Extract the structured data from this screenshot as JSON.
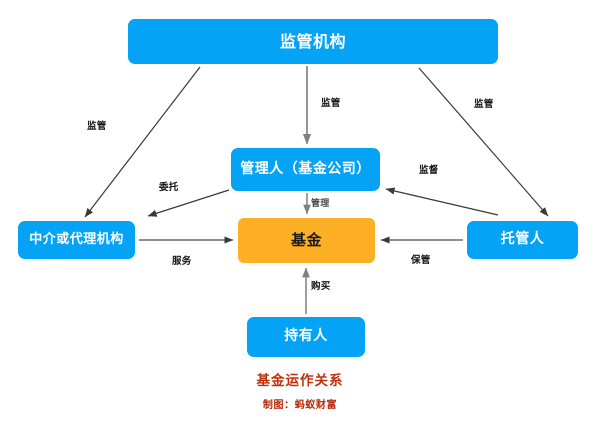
{
  "diagram": {
    "title": "基金运作关系",
    "credit": "制图：蚂蚁财富",
    "colors": {
      "node_blue": "#04A3F5",
      "node_orange": "#FDAF26",
      "edge": "#3a3a3a",
      "caption": "#C0300B"
    },
    "nodes": [
      {
        "id": "regulator",
        "label": "监管机构"
      },
      {
        "id": "manager",
        "label": "管理人（基金公司）"
      },
      {
        "id": "fund",
        "label": "基金"
      },
      {
        "id": "intermediary",
        "label": "中介或代理机构"
      },
      {
        "id": "custodian",
        "label": "托管人"
      },
      {
        "id": "holder",
        "label": "持有人"
      }
    ],
    "edges": [
      {
        "id": "regulator-intermediary",
        "from": "监管机构",
        "to": "中介或代理机构",
        "label": "监管"
      },
      {
        "id": "regulator-manager",
        "from": "监管机构",
        "to": "管理人（基金公司）",
        "label": "监管"
      },
      {
        "id": "regulator-custodian",
        "from": "监管机构",
        "to": "托管人",
        "label": "监管"
      },
      {
        "id": "manager-intermediary",
        "from": "管理人（基金公司）",
        "to": "中介或代理机构",
        "label": "委托"
      },
      {
        "id": "manager-fund",
        "from": "管理人（基金公司）",
        "to": "基金",
        "label": "管理"
      },
      {
        "id": "custodian-manager",
        "from": "托管人",
        "to": "管理人（基金公司）",
        "label": "监督"
      },
      {
        "id": "intermediary-fund",
        "from": "中介或代理机构",
        "to": "基金",
        "label": "服务"
      },
      {
        "id": "custodian-fund",
        "from": "托管人",
        "to": "基金",
        "label": "保管"
      },
      {
        "id": "holder-fund",
        "from": "持有人",
        "to": "基金",
        "label": "购买"
      }
    ]
  }
}
